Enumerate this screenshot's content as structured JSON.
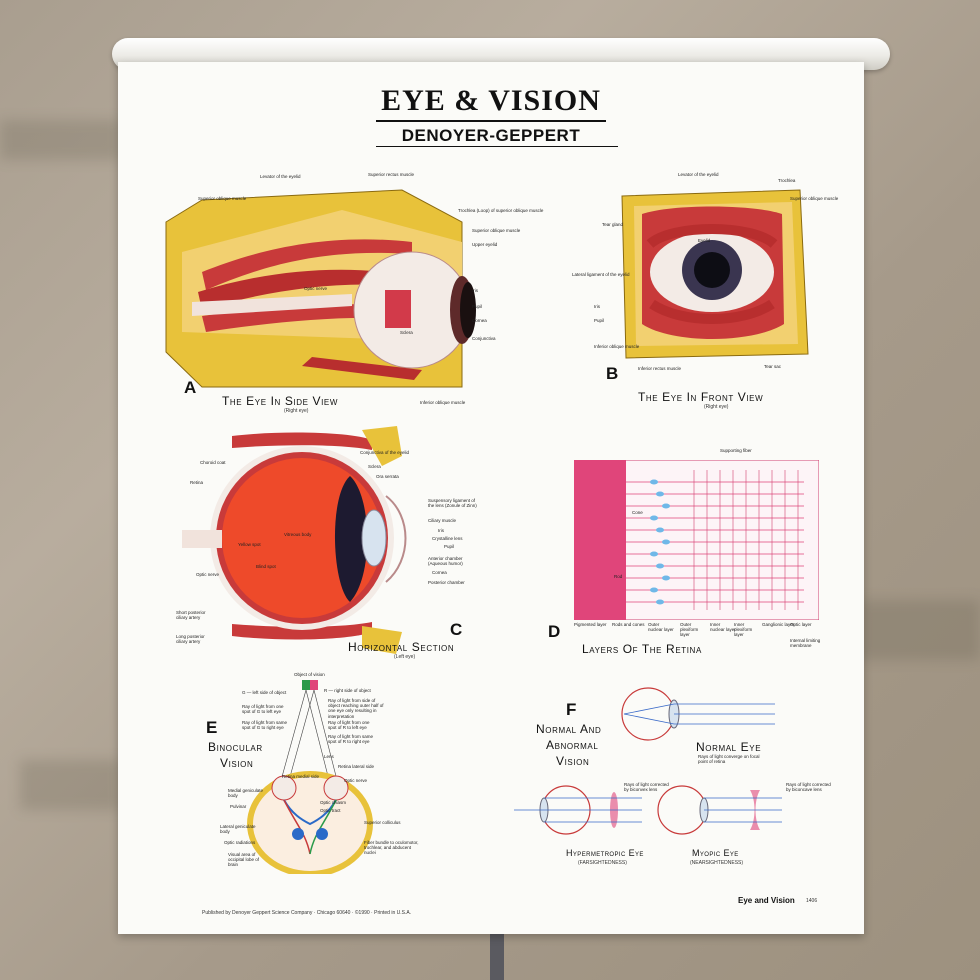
{
  "poster": {
    "title": "EYE & VISION",
    "publisher": "DENOYER-GEPPERT",
    "footer_left": "Published by Denoyer Geppert Science Company · Chicago 60640 · ©1990 · Printed in U.S.A.",
    "footer_right": "Eye and Vision",
    "footer_code": "1406"
  },
  "sections": {
    "a": {
      "letter": "A",
      "caption": "The Eye In Side View",
      "sub": "(Right eye)",
      "labels": [
        "Levator of the eyelid",
        "Superior rectus muscle",
        "Superior oblique muscle",
        "Trochlea (Loop) of superior oblique muscle",
        "Superior oblique muscle",
        "Upper eyelid",
        "Iris",
        "Optic nerve",
        "Pupil",
        "Cornea",
        "Sclera",
        "Conjunctiva",
        "Inferior oblique muscle"
      ]
    },
    "b": {
      "letter": "B",
      "caption": "The Eye In Front View",
      "sub": "(Right eye)",
      "labels": [
        "Levator of the eyelid",
        "Trochlea",
        "Superior oblique muscle",
        "Tear gland",
        "Eyelid",
        "Lateral ligament of the eyelid",
        "Iris",
        "Pupil",
        "Inferior oblique muscle",
        "Inferior rectus muscle",
        "Tear sac"
      ]
    },
    "c": {
      "letter": "C",
      "caption": "Horizontal Section",
      "sub": "(Left eye)",
      "labels": [
        "Conjunctiva of the eyelid",
        "Choroid coat",
        "Sclera",
        "Retina",
        "Ora serrata",
        "Suspensory ligament of the lens (Zonule of Zinn)",
        "Ciliary muscle",
        "Iris",
        "Crystalline lens",
        "Pupil",
        "Anterior chamber (Aqueous humor)",
        "Cornea",
        "Posterior chamber",
        "Short posterior ciliary artery",
        "Long posterior ciliary artery",
        "Vitreous body",
        "Yellow spot",
        "Blind spot",
        "Optic nerve"
      ]
    },
    "d": {
      "letter": "D",
      "caption": "Layers Of The Retina",
      "labels": [
        "Supporting fiber",
        "Cone",
        "Rod",
        "Pigmented layer",
        "Rods and cones",
        "Outer nuclear layer",
        "Outer plexiform layer",
        "Inner nuclear layer",
        "Inner plexiform layer",
        "Ganglionic layer",
        "Optic layer",
        "Internal limiting membrane"
      ]
    },
    "e": {
      "letter": "E",
      "caption_line1": "Binocular",
      "caption_line2": "Vision",
      "labels": [
        "Object of vision",
        "G — left side of object",
        "R — right side of object",
        "Ray of light from one spot of G to left eye",
        "Ray of light from side of object reaching outer half of one eye only resulting in interpretation",
        "Ray of light from same spot of G to right eye",
        "Ray of light from one spot of R to left eye",
        "Ray of light from same spot of R to right eye",
        "Lens",
        "Retina lateral side",
        "Retina medial side",
        "Optic nerve",
        "Optic chiasm",
        "Optic tract",
        "Medial geniculate body",
        "Pulvinar",
        "Lateral geniculate body",
        "Optic radiations",
        "Superior colliculus",
        "Fiber bundle to oculomotor, trochlear, and abducent nuclei",
        "Visual area of occipital lobe of brain"
      ]
    },
    "f": {
      "letter": "F",
      "caption_line1": "Normal And",
      "caption_line2": "Abnormal",
      "caption_line3": "Vision",
      "normal": {
        "title": "Normal Eye",
        "note": "Rays of light converge on focal point of retina"
      },
      "hyper": {
        "title": "Hypermetropic Eye",
        "sub": "(FARSIGHTEDNESS)",
        "note": "Rays of light corrected by biconvex lens"
      },
      "myopic": {
        "title": "Myopic Eye",
        "sub": "(NEARSIGHTEDNESS)",
        "note": "Rays of light corrected by biconcave lens"
      }
    }
  },
  "colors": {
    "muscle": "#c83a3a",
    "fat": "#e8c23a",
    "sclera": "#f3ebe6",
    "retina": "#e83a3a",
    "pink": "#e0457a",
    "background": "#a99e8f"
  }
}
